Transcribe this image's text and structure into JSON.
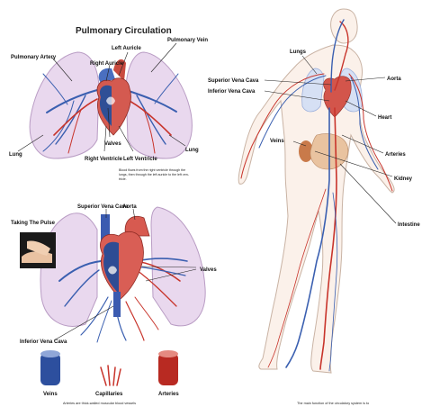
{
  "pulmonary": {
    "title": "Pulmonary Circulation",
    "labels": {
      "pulmonary_artery": "Pulmonary Artery",
      "right_auricle": "Right Auricle",
      "left_auricle": "Left Auricle",
      "pulmonary_vein": "Pulmonary Vein",
      "lung_left": "Lung",
      "lung_right": "Lung",
      "valves": "Valves",
      "right_ventricle": "Right Ventricle",
      "left_ventricle": "Left Ventricle"
    },
    "caption": [
      "Blood flows from the right ventricle through the",
      "lungs, then through the left auricle to the left ven-",
      "tricle."
    ]
  },
  "heart_detail": {
    "labels": {
      "superior_vena_cava": "Superior Vena Cava",
      "aorta": "Aorta",
      "taking_the_pulse": "Taking The Pulse",
      "valves": "Valves",
      "inferior_vena_cava": "Inferior Vena Cava"
    }
  },
  "vessels": {
    "veins": "Veins",
    "capillaries": "Capillaries",
    "arteries": "Arteries",
    "caption": "Arteries are thick-walled muscular blood vessels"
  },
  "body": {
    "labels": {
      "lungs": "Lungs",
      "aorta": "Aorta",
      "superior_vena_cava": "Superior Vena Cava",
      "inferior_vena_cava": "Inferior Vena Cava",
      "heart": "Heart",
      "veins": "Veins",
      "arteries": "Arteries",
      "kidney": "Kidney",
      "intestine": "Intestine"
    },
    "caption": "The main function of the circulatory system is to"
  },
  "colors": {
    "vein_blue": "#3a5fb0",
    "artery_red": "#c8342b",
    "lung_lilac": "#e9d8ee"
  }
}
